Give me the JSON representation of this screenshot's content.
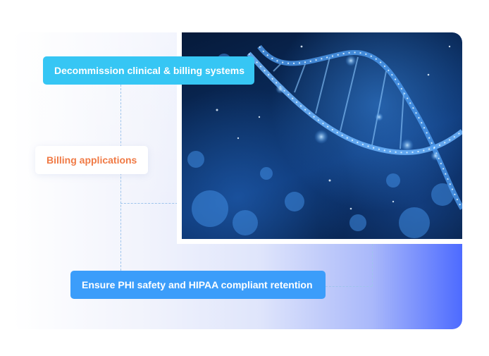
{
  "labels": {
    "decommission": "Decommission clinical & billing systems",
    "billing": "Billing applications",
    "phi": "Ensure PHI safety and HIPAA compliant retention"
  },
  "image": {
    "alt": "DNA double helix"
  },
  "colors": {
    "cyan_pill": "#36c6f4",
    "blue_pill": "#3b9dfa",
    "billing_text": "#f07a45",
    "gradient_end": "#4d6bff",
    "connector": "#9ec4ec"
  }
}
